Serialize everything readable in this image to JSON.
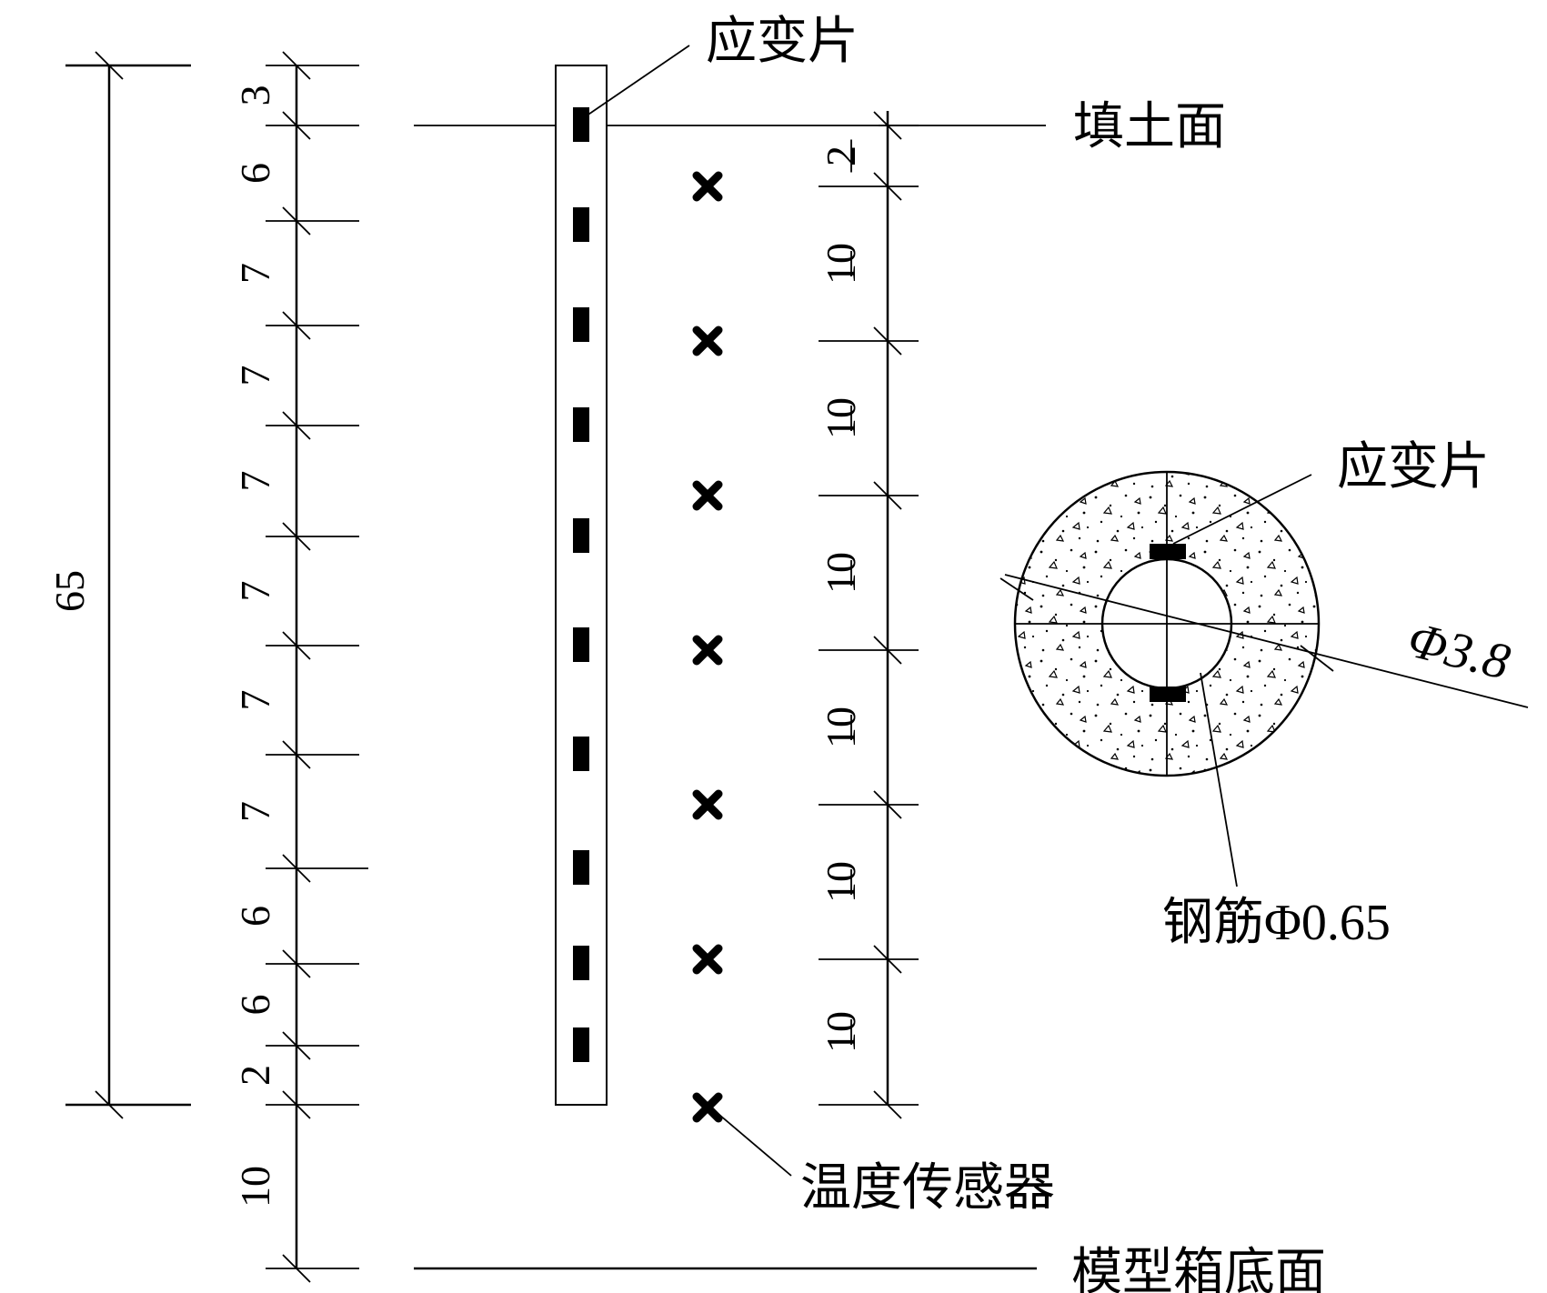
{
  "labels": {
    "strain_gauge_top": "应变片",
    "fill_surface": "填土面",
    "temperature_sensor": "温度传感器",
    "box_bottom": "模型箱底面",
    "strain_gauge_section": "应变片",
    "rebar": "钢筋Φ0.65",
    "outer_diameter": "Φ3.8"
  },
  "dimensions": {
    "total": "65",
    "left_chain": [
      "3",
      "6",
      "7",
      "7",
      "7",
      "7",
      "7",
      "7",
      "6",
      "6",
      "2",
      "10"
    ],
    "right_chain": [
      "2",
      "10",
      "10",
      "10",
      "10",
      "10",
      "10"
    ]
  },
  "colors": {
    "ink": "#000000",
    "background": "#ffffff"
  }
}
